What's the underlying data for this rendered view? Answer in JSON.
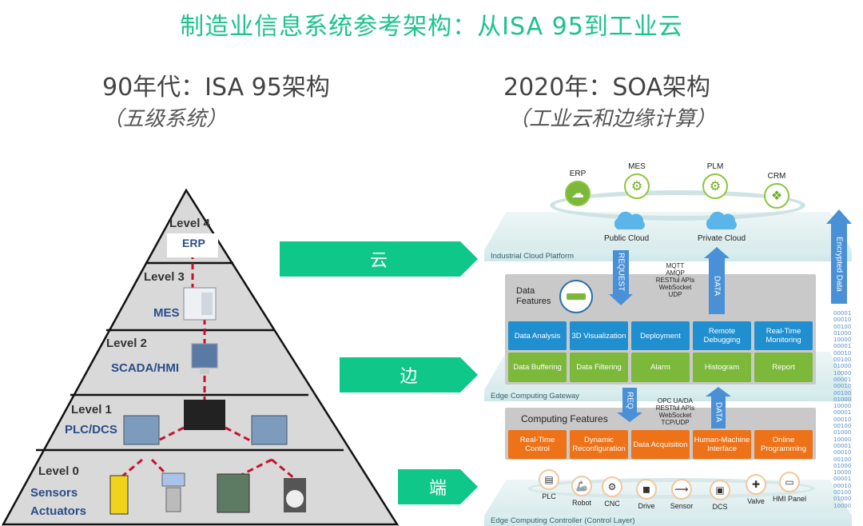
{
  "title": "制造业信息系统参考架构：从ISA 95到工业云",
  "left": {
    "heading": "90年代：ISA 95架构",
    "subheading": "（五级系统）",
    "levels": [
      {
        "label": "Level 4",
        "name": "ERP"
      },
      {
        "label": "Level 3",
        "name": "MES"
      },
      {
        "label": "Level 2",
        "name": "SCADA/HMI"
      },
      {
        "label": "Level 1",
        "name": "PLC/DCS"
      },
      {
        "label": "Level 0",
        "name_line1": "Sensors",
        "name_line2": "Actuators"
      }
    ]
  },
  "right": {
    "heading": "2020年：SOA架构",
    "subheading": "（工业云和边缘计算）",
    "apps": [
      "ERP",
      "MES",
      "PLM",
      "CRM"
    ],
    "clouds": [
      "Public Cloud",
      "Private Cloud"
    ],
    "platforms": {
      "cloud": "Industrial Cloud Platform",
      "gateway": "Edge Computing Gateway",
      "controller": "Edge Computing Controller (Control Layer)"
    },
    "encrypted_label": "Encrypted Data",
    "binary_codes": [
      "00001",
      "00010",
      "00100",
      "01000",
      "10000",
      "00001",
      "00010",
      "00100",
      "01000",
      "10000",
      "00001",
      "00010",
      "00100",
      "01000",
      "10000",
      "00001",
      "00010",
      "00100",
      "01000",
      "10000",
      "00001",
      "00010",
      "00100",
      "01000",
      "10000",
      "00001",
      "00010",
      "00100",
      "01000",
      "10000"
    ],
    "upper_arrows": {
      "down": "REQUEST",
      "up": "DATA"
    },
    "upper_protocols": [
      "MQTT",
      "AMQP",
      "RESTful APIs",
      "WebSocket",
      "UDP"
    ],
    "lower_arrows": {
      "down": "REQ",
      "up": "DATA"
    },
    "lower_protocols": [
      "OPC UA/DA",
      "RESTful APIs",
      "WebSocket",
      "TCP/UDP"
    ],
    "data_features": {
      "title_line1": "Data",
      "title_line2": "Features",
      "row1": [
        "Data Analysis",
        "3D Visualization",
        "Deployment",
        "Remote Debugging",
        "Real-Time Monitoring"
      ],
      "row2": [
        "Data Buffering",
        "Data Filtering",
        "Alarm",
        "Histogram",
        "Report"
      ]
    },
    "computing_features": {
      "title": "Computing Features",
      "items": [
        "Real-Time Control",
        "Dynamic Reconfiguration",
        "Data Acquisition",
        "Human-Machine Interface",
        "Online Programming"
      ]
    },
    "devices": [
      "PLC",
      "Robot",
      "CNC",
      "Drive",
      "Sensor",
      "DCS",
      "Valve",
      "HMI Panel"
    ]
  },
  "arrows": [
    "云",
    "边",
    "端"
  ],
  "colors": {
    "accent": "#10c78a",
    "blue": "#1f8fd0",
    "green": "#7cb83a",
    "orange": "#ee7218",
    "link": "#c8102e"
  }
}
